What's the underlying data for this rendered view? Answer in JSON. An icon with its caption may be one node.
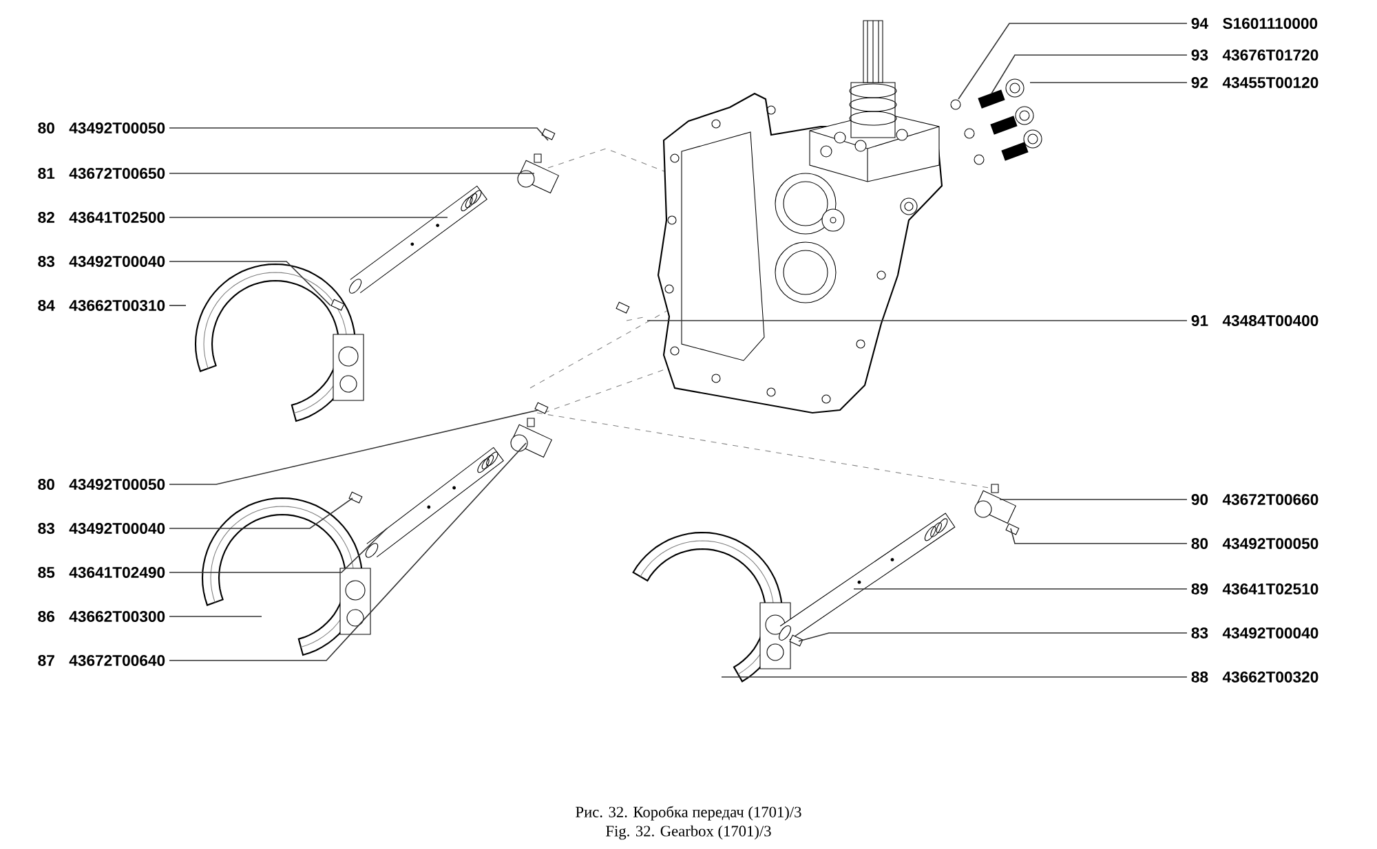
{
  "diagram": {
    "caption": "Рис. 32. Коробка передач (1701)/3",
    "nodes": [
      {
        "text": [
          "80",
          "43492T00050"
        ]
      },
      {
        "text": [
          "81",
          "43672T00650"
        ]
      },
      {
        "text": [
          "82",
          "43641T02500"
        ]
      },
      {
        "text": [
          "83",
          "43492T00040"
        ]
      },
      {
        "text": [
          "84",
          "43662T00310"
        ]
      },
      {
        "text": [
          "80",
          "43492T00050"
        ]
      },
      {
        "text": [
          "83",
          "43492T00040"
        ]
      },
      {
        "text": [
          "85",
          "43641T02490"
        ]
      },
      {
        "text": [
          "86",
          "43662T00300"
        ]
      },
      {
        "text": [
          "87",
          "43672T00640"
        ]
      },
      {
        "text": [
          "94",
          "S1601110000"
        ]
      },
      {
        "text": [
          "93",
          "43676T01720"
        ]
      },
      {
        "text": [
          "92",
          "43455T00120"
        ]
      },
      {
        "text": [
          "91",
          "43484T00400"
        ]
      },
      {
        "text": [
          "90",
          "43672T00660"
        ]
      },
      {
        "text": [
          "80",
          "43492T00050"
        ]
      },
      {
        "text": [
          "89",
          "43641T02510"
        ]
      },
      {
        "text": [
          "83",
          "43492T00040"
        ]
      },
      {
        "text": [
          "88",
          "43662T00320"
        ]
      }
    ],
    "edges": [
      {
        "from": 0,
        "to": null,
        "arrow": "none"
      },
      {
        "from": 1,
        "to": null,
        "arrow": "none"
      },
      {
        "from": 2,
        "to": null,
        "arrow": "none"
      },
      {
        "from": 3,
        "to": null,
        "arrow": "none"
      },
      {
        "from": 4,
        "to": null,
        "arrow": "none"
      },
      {
        "from": 5,
        "to": null,
        "arrow": "none"
      },
      {
        "from": 6,
        "to": null,
        "arrow": "none"
      },
      {
        "from": 7,
        "to": null,
        "arrow": "none"
      },
      {
        "from": 8,
        "to": null,
        "arrow": "none"
      },
      {
        "from": 9,
        "to": null,
        "arrow": "none"
      },
      {
        "from": 10,
        "to": null,
        "arrow": "none"
      },
      {
        "from": 11,
        "to": null,
        "arrow": "none"
      },
      {
        "from": 12,
        "to": null,
        "arrow": "none"
      },
      {
        "from": 13,
        "to": null,
        "arrow": "none"
      },
      {
        "from": 14,
        "to": null,
        "arrow": "none"
      },
      {
        "from": 15,
        "to": null,
        "arrow": "none"
      },
      {
        "from": 16,
        "to": null,
        "arrow": "none"
      },
      {
        "from": 17,
        "to": null,
        "arrow": "none"
      },
      {
        "from": 18,
        "to": null,
        "arrow": "none"
      }
    ],
    "labels": [
      "Fig. 32. Gearbox (1701)/3"
    ]
  }
}
